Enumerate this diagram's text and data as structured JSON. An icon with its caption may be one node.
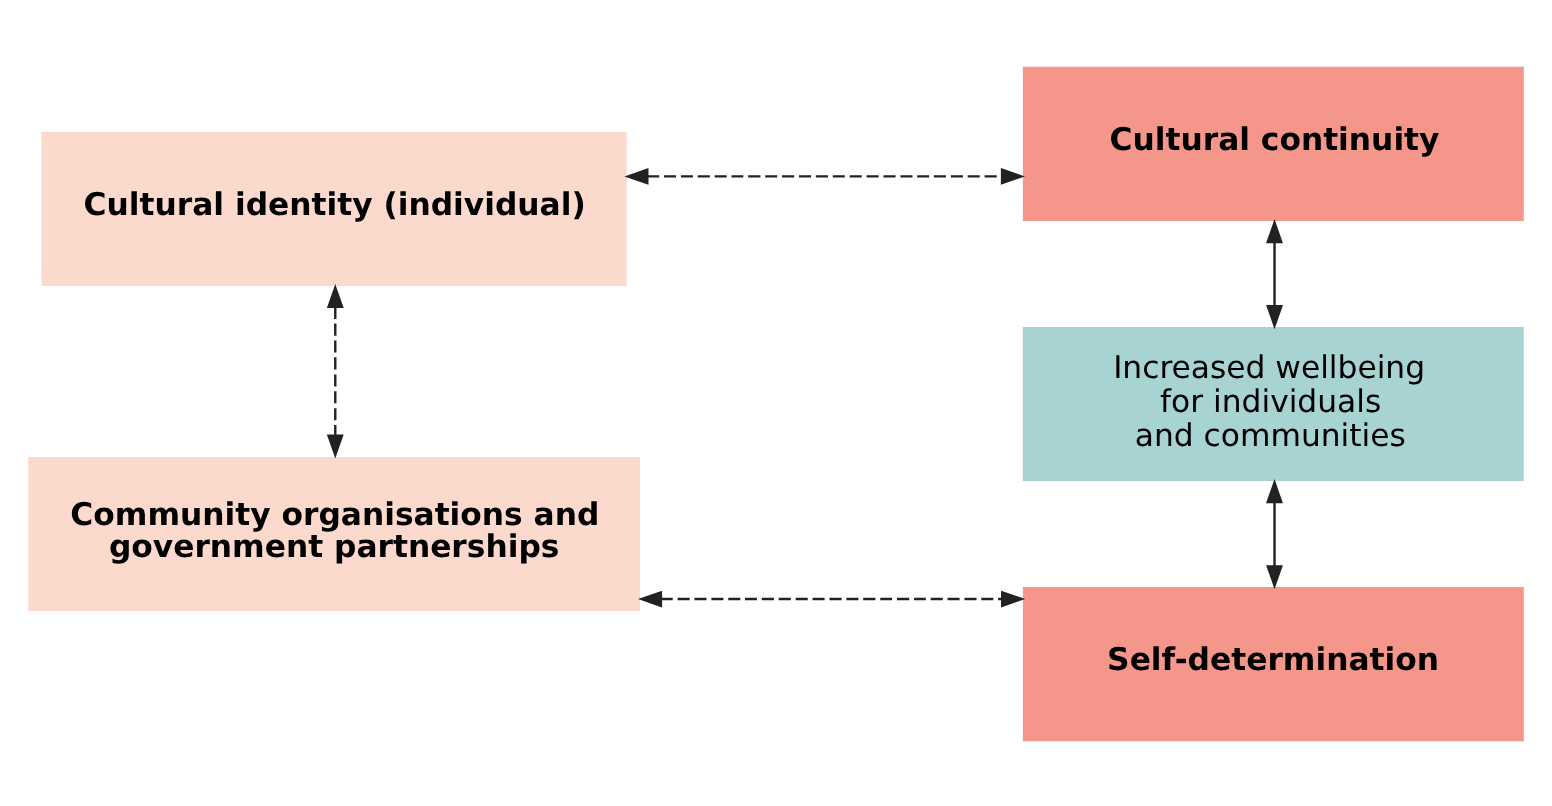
{
  "diagram": {
    "nodes": [
      {
        "text": [
          "Cultural continuity"
        ]
      },
      {
        "text": [
          "Cultural identity (individual)"
        ]
      },
      {
        "text": [
          "Increased wellbeing for individuals and communities"
        ]
      },
      {
        "text": [
          "Community organisations and government partnerships"
        ]
      },
      {
        "text": [
          "Self-determination"
        ]
      }
    ],
    "edges": [
      {
        "from": 1,
        "to": 0,
        "arrow": "both",
        "style": "dashed"
      },
      {
        "from": 0,
        "to": 2,
        "arrow": "both"
      },
      {
        "from": 1,
        "to": 3,
        "arrow": "both",
        "style": "dashed"
      },
      {
        "from": 2,
        "to": 4,
        "arrow": "both"
      },
      {
        "from": 3,
        "to": 4,
        "arrow": "both",
        "style": "dashed"
      }
    ]
  }
}
